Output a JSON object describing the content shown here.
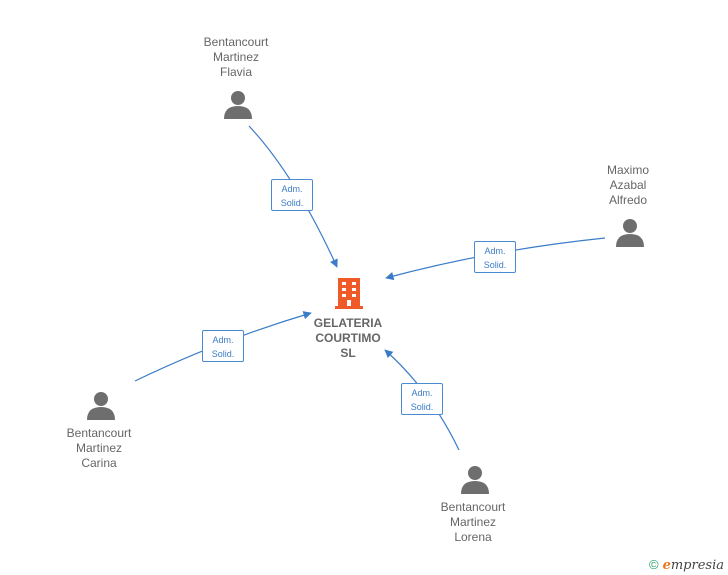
{
  "company": {
    "name_lines": [
      "GELATERIA",
      "COURTIMO",
      "SL"
    ],
    "icon": "building-icon",
    "color": "#f05a28"
  },
  "people": [
    {
      "id": "flavia",
      "name_lines": [
        "Bentancourt",
        "Martinez",
        "Flavia"
      ],
      "relation": [
        "Adm.",
        "Solid."
      ]
    },
    {
      "id": "maximo",
      "name_lines": [
        "Maximo",
        "Azabal",
        "Alfredo"
      ],
      "relation": [
        "Adm.",
        "Solid."
      ]
    },
    {
      "id": "carina",
      "name_lines": [
        "Bentancourt",
        "Martinez",
        "Carina"
      ],
      "relation": [
        "Adm.",
        "Solid."
      ]
    },
    {
      "id": "lorena",
      "name_lines": [
        "Bentancourt",
        "Martinez",
        "Lorena"
      ],
      "relation": [
        "Adm.",
        "Solid."
      ]
    }
  ],
  "colors": {
    "edge": "#3a7cc8",
    "person": "#6e6e6e"
  },
  "footer": {
    "copyright": "©",
    "brand_initial": "e",
    "brand_rest": "mpresia"
  }
}
